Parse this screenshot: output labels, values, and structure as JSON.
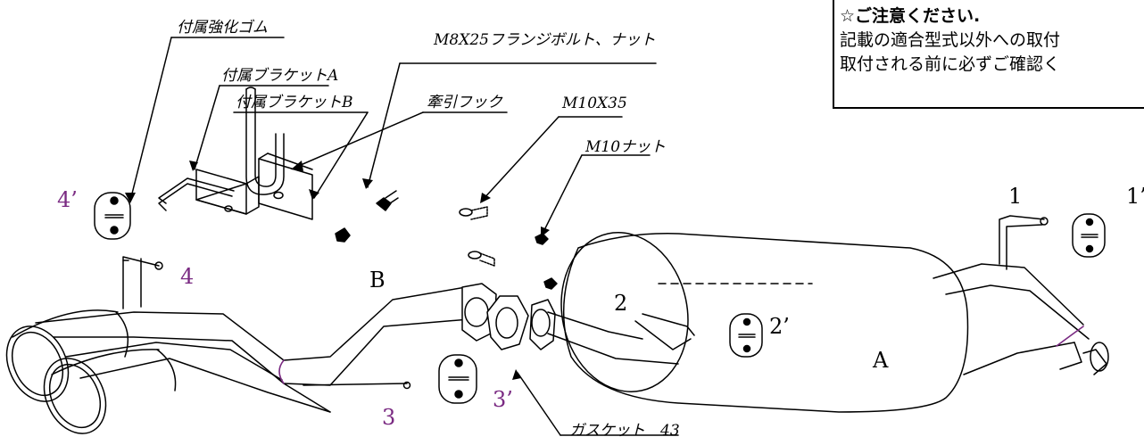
{
  "callouts": {
    "rubber": "付属強化ゴム",
    "flange_bolt": "M8X25フランジボルト、ナット",
    "bracket_a": "付属ブラケットA",
    "bracket_b": "付属ブラケットB",
    "tow_hook": "牽引フック",
    "m10x35": "M10X35",
    "m10_nut": "M10ナット",
    "gasket": "ガスケット　43"
  },
  "notice": {
    "title": "☆ご注意ください.",
    "line1": "記載の適合型式以外への取付",
    "line2": "取付される前に必ずご確認く"
  },
  "numbers": {
    "n4p": "4’",
    "n4": "4",
    "nB": "B",
    "n3": "3",
    "n3p": "3’",
    "n2": "2",
    "n2p": "2’",
    "nA": "A",
    "n1": "1",
    "n1p": "1’"
  },
  "colors": {
    "accent": "#7a2a82",
    "line": "#000000"
  }
}
